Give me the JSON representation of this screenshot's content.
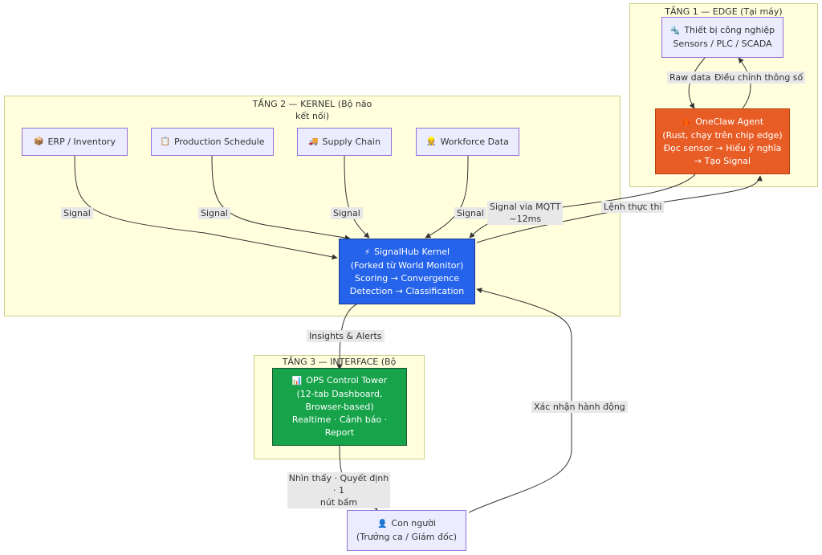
{
  "clusters": {
    "edge": {
      "title": "TẦNG 1 — EDGE (Tại máy)"
    },
    "kernel": {
      "title_line1": "TẦNG 2 — KERNEL (Bộ não",
      "title_line2": "kết nối)"
    },
    "interface": {
      "title": "TẦNG 3 — INTERFACE (Bộ"
    }
  },
  "nodes": {
    "device": {
      "icon": "🔩",
      "line1": "Thiết bị công nghiệp",
      "line2": "Sensors / PLC / SCADA"
    },
    "agent": {
      "icon": "🦀",
      "line1": "OneClaw Agent",
      "line2": "(Rust, chạy trên chip edge)",
      "line3": "Đọc sensor → Hiểu ý nghĩa",
      "line4": "→ Tạo Signal"
    },
    "erp": {
      "icon": "📦",
      "label": "ERP / Inventory"
    },
    "schedule": {
      "icon": "📋",
      "label": "Production Schedule"
    },
    "supply": {
      "icon": "🚚",
      "label": "Supply Chain"
    },
    "workforce": {
      "icon": "👷",
      "label": "Workforce Data"
    },
    "kernel": {
      "icon": "⚡",
      "line1": "SignalHub Kernel",
      "line2": "(Forked từ World Monitor)",
      "line3": "Scoring → Convergence",
      "line4": "Detection → Classification"
    },
    "tower": {
      "icon": "📊",
      "line1": "OPS Control Tower",
      "line2": "(12-tab Dashboard,",
      "line3": "Browser-based)",
      "line4": "Realtime · Cảnh báo ·",
      "line5": "Report"
    },
    "human": {
      "icon": "👤",
      "line1": "Con người",
      "line2": "(Trưởng ca / Giám đốc)"
    }
  },
  "edge_labels": {
    "raw_data": "Raw data",
    "adjust": "Điều chỉnh thông số",
    "signal_erp": "Signal",
    "signal_schedule": "Signal",
    "signal_supply": "Signal",
    "signal_workforce": "Signal",
    "mqtt_line1": "Signal via MQTT",
    "mqtt_line2": "~12ms",
    "command": "Lệnh thực thi",
    "insights": "Insights & Alerts",
    "confirm": "Xác nhận hành động",
    "see_line1": "Nhìn thấy · Quyết định · 1",
    "see_line2": "nút bấm"
  },
  "colors": {
    "cluster_fill": "#ffffde",
    "node_fill": "#ececff",
    "agent": "#e85d26",
    "kernel": "#2563eb",
    "tower": "#16a34a"
  }
}
